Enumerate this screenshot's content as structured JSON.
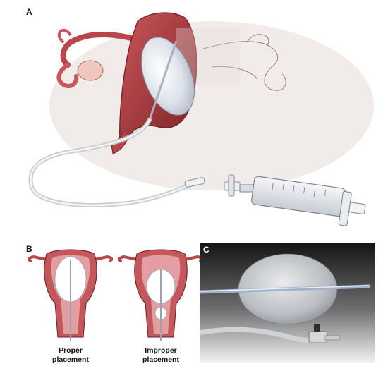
{
  "panels": {
    "a": {
      "letter": "A"
    },
    "b": {
      "letter": "B",
      "proper_line1": "Proper",
      "proper_line2": "placement",
      "improper_line1": "Improper",
      "improper_line2": "placement"
    },
    "c": {
      "letter": "C"
    }
  },
  "colors": {
    "uterus_dark": "#8e2a2e",
    "uterus_mid": "#b8474c",
    "uterus_light": "#dd8a8f",
    "balloon": "#d7dde6",
    "tube": "#e3e6ec",
    "outline": "#5a4a48",
    "panel_c_bg_dark": "#1a1a1a"
  }
}
